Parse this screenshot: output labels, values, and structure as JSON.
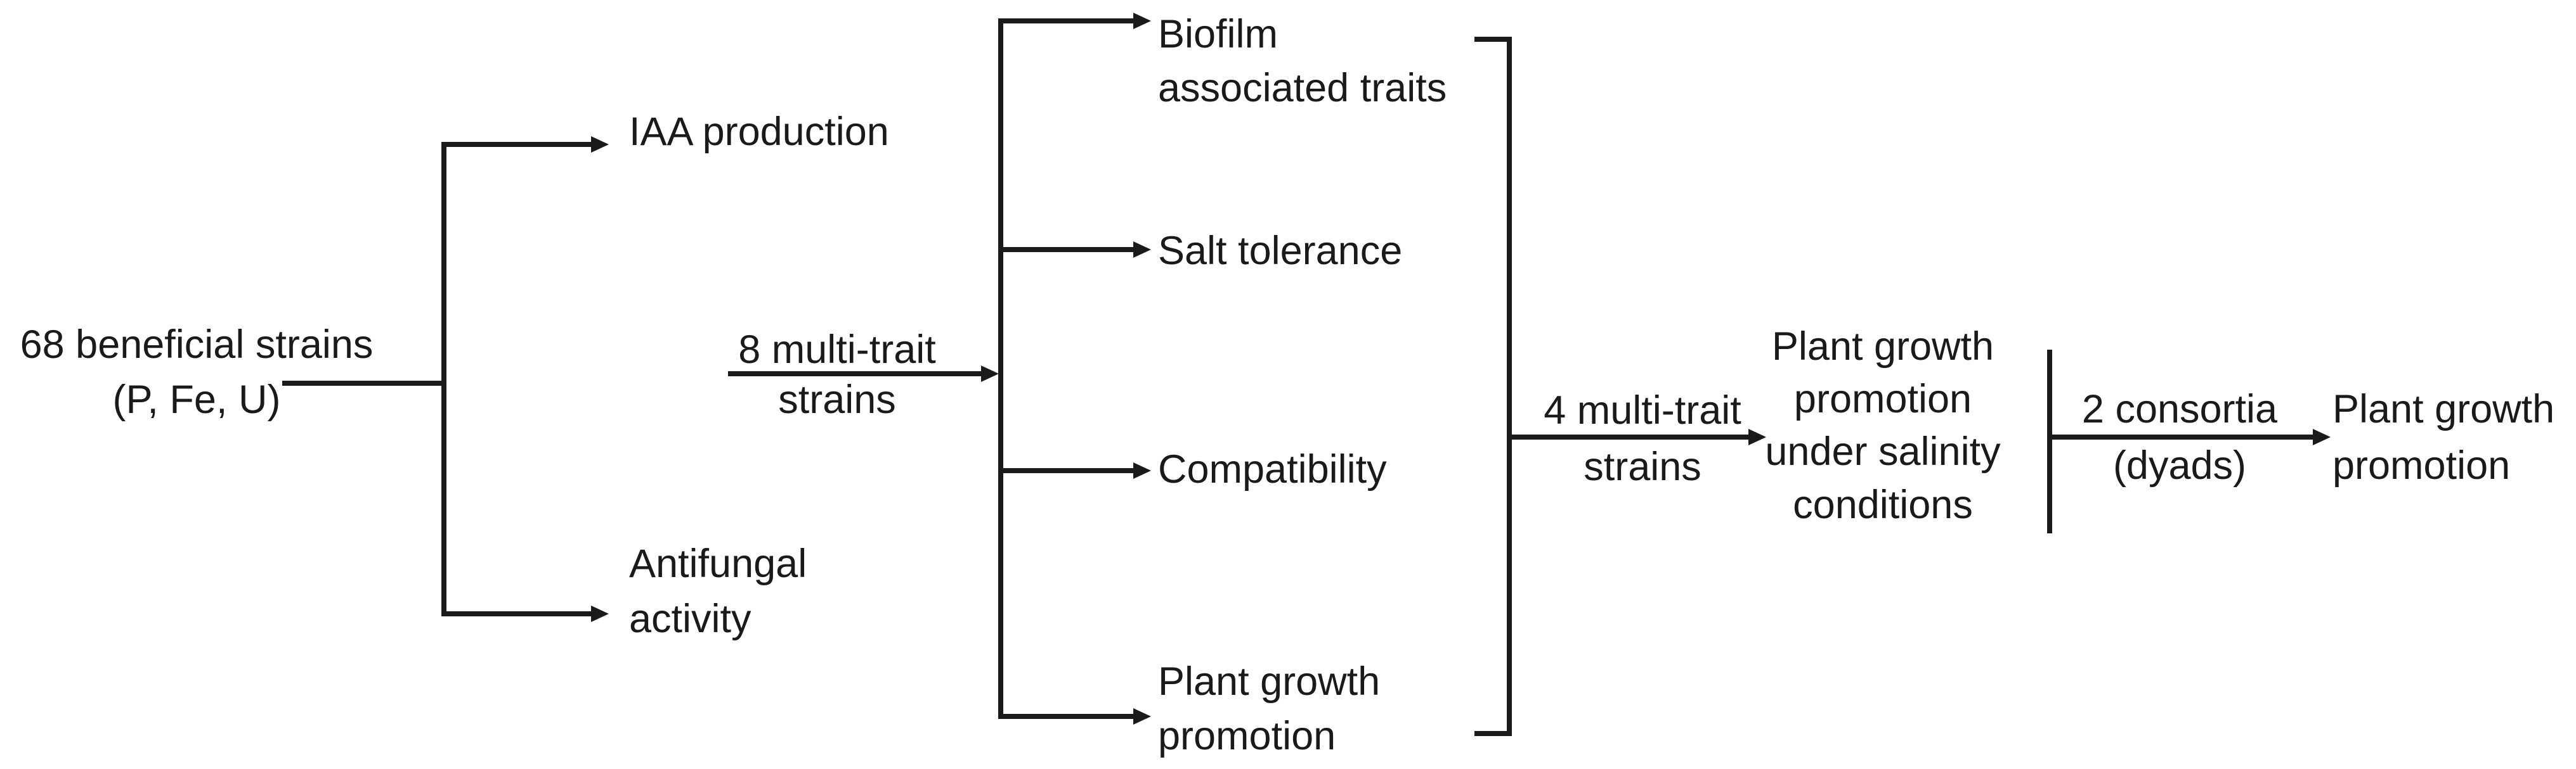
{
  "nodes": {
    "start": {
      "line1": "68 beneficial strains",
      "line2": "(P, Fe, U)"
    },
    "iaa": {
      "line1": "IAA production"
    },
    "antifungal": {
      "line1": "Antifungal",
      "line2": "activity"
    },
    "multi8": {
      "line1": "8 multi-trait",
      "line2": "strains"
    },
    "biofilm": {
      "line1": "Biofilm",
      "line2": "associated traits"
    },
    "salt": {
      "line1": "Salt tolerance"
    },
    "compat": {
      "line1": "Compatibility"
    },
    "pgp1": {
      "line1": "Plant growth",
      "line2": "promotion"
    },
    "multi4": {
      "line1": "4 multi-trait",
      "line2": "strains"
    },
    "salinity": {
      "line1": "Plant growth",
      "line2": "promotion",
      "line3": "under salinity",
      "line4": "conditions"
    },
    "consortia": {
      "line1": "2 consortia",
      "line2": "(dyads)"
    },
    "pgp2": {
      "line1": "Plant growth",
      "line2": "promotion"
    }
  }
}
